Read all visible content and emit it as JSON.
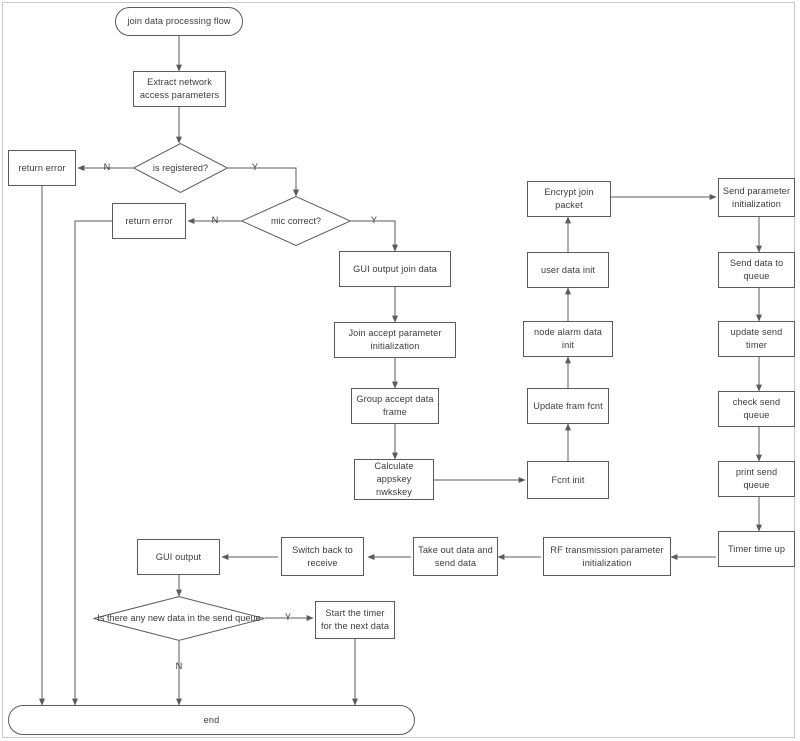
{
  "diagram": {
    "title": "join data processing flow",
    "colors": {
      "stroke": "#5b5b5b",
      "text": "#3c3c3c",
      "frame": "#c9c9c9",
      "background": "#ffffff"
    },
    "nodes": {
      "start": "join data processing flow",
      "extract_params": "Extract network access parameters",
      "is_registered": "is registered?",
      "return_error_1": "return error",
      "mic_correct": "mic correct?",
      "return_error_2": "return error",
      "gui_output_join_data": "GUI output join data",
      "join_accept_param_init": "Join accept parameter initialization",
      "group_accept_data_frame": "Group accept data frame",
      "calculate_keys": "Calculate appskey nwkskey",
      "fcnt_init": "Fcnt init",
      "update_fram_fcnt": "Update fram fcnt",
      "node_alarm_data_init": "node alarm data init",
      "user_data_init": "user data init",
      "encrypt_join_packet": "Encrypt join packet",
      "send_parameter_init": "Send parameter initialization",
      "send_data_to_queue": "Send data to queue",
      "update_send_timer": "update send timer",
      "check_send_queue": "check send queue",
      "print_send_queue": "print send queue",
      "timer_time_up": "Timer time up",
      "rf_transmission_param_init": "RF transmission parameter initialization",
      "take_out_send_data": "Take out data and send data",
      "switch_back_to_receive": "Switch back to receive",
      "gui_output": "GUI output",
      "any_new_data": "Is there any new data in the send queue",
      "start_timer_next_data": "Start the timer for the next data",
      "end": "end"
    },
    "edge_labels": {
      "registered_no": "N",
      "registered_yes": "Y",
      "mic_no": "N",
      "mic_yes": "Y",
      "newdata_yes": "Y",
      "newdata_no": "N"
    }
  }
}
